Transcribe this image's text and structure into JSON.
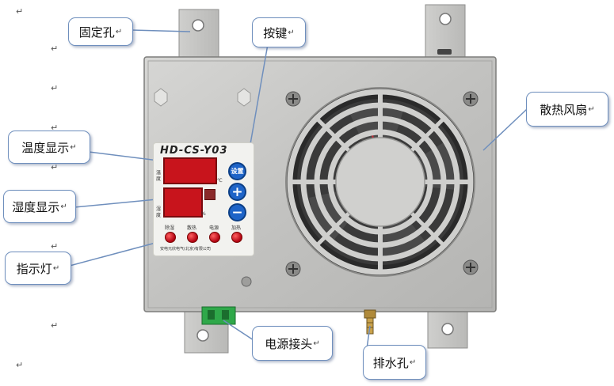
{
  "labels": {
    "fixing_hole": "固定孔",
    "key": "按键",
    "fan": "散热风扇",
    "temp_display": "温度显示",
    "humidity_display": "湿度显示",
    "indicator": "指示灯",
    "power_connector": "电源接头",
    "drain_hole": "排水孔"
  },
  "para_mark": "↵",
  "device": {
    "model": "HD-CS-Y03",
    "temp_side": [
      "温",
      "度"
    ],
    "humid_side": [
      "湿",
      "度"
    ],
    "unit_c": "℃",
    "unit_pct": "%",
    "keys": {
      "set": "设置",
      "plus": "+",
      "minus": "−"
    },
    "led_labels": [
      "除湿",
      "散热",
      "电源",
      "加热"
    ],
    "maker": "安电元欣电气(北京)有限公司"
  },
  "colors": {
    "panel": "#c9c9c6",
    "lcd": "#c8141c",
    "key": "#1e64c8",
    "led": "#cc1020",
    "label_border": "#6f8fbd"
  }
}
